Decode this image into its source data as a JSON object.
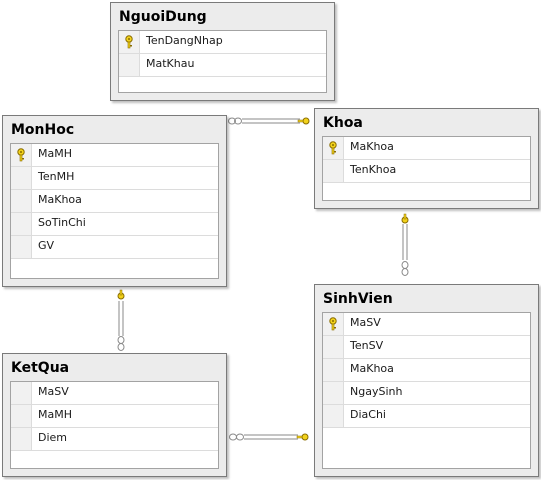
{
  "tables": [
    {
      "id": "nguoidung",
      "title": "NguoiDung",
      "columns": [
        {
          "name": "TenDangNhap",
          "key": true
        },
        {
          "name": "MatKhau",
          "key": false
        }
      ]
    },
    {
      "id": "monhoc",
      "title": "MonHoc",
      "columns": [
        {
          "name": "MaMH",
          "key": true
        },
        {
          "name": "TenMH",
          "key": false
        },
        {
          "name": "MaKhoa",
          "key": false
        },
        {
          "name": "SoTinChi",
          "key": false
        },
        {
          "name": "GV",
          "key": false
        }
      ]
    },
    {
      "id": "khoa",
      "title": "Khoa",
      "columns": [
        {
          "name": "MaKhoa",
          "key": true
        },
        {
          "name": "TenKhoa",
          "key": false
        }
      ]
    },
    {
      "id": "ketqua",
      "title": "KetQua",
      "columns": [
        {
          "name": "MaSV",
          "key": false
        },
        {
          "name": "MaMH",
          "key": false
        },
        {
          "name": "Diem",
          "key": false
        }
      ]
    },
    {
      "id": "sinhvien",
      "title": "SinhVien",
      "columns": [
        {
          "name": "MaSV",
          "key": true
        },
        {
          "name": "TenSV",
          "key": false
        },
        {
          "name": "MaKhoa",
          "key": false
        },
        {
          "name": "NgaySinh",
          "key": false
        },
        {
          "name": "DiaChi",
          "key": false
        }
      ]
    }
  ],
  "colors": {
    "line": "#8a8a8a",
    "key": "#f2d21b",
    "key_outline": "#8a6d00"
  }
}
